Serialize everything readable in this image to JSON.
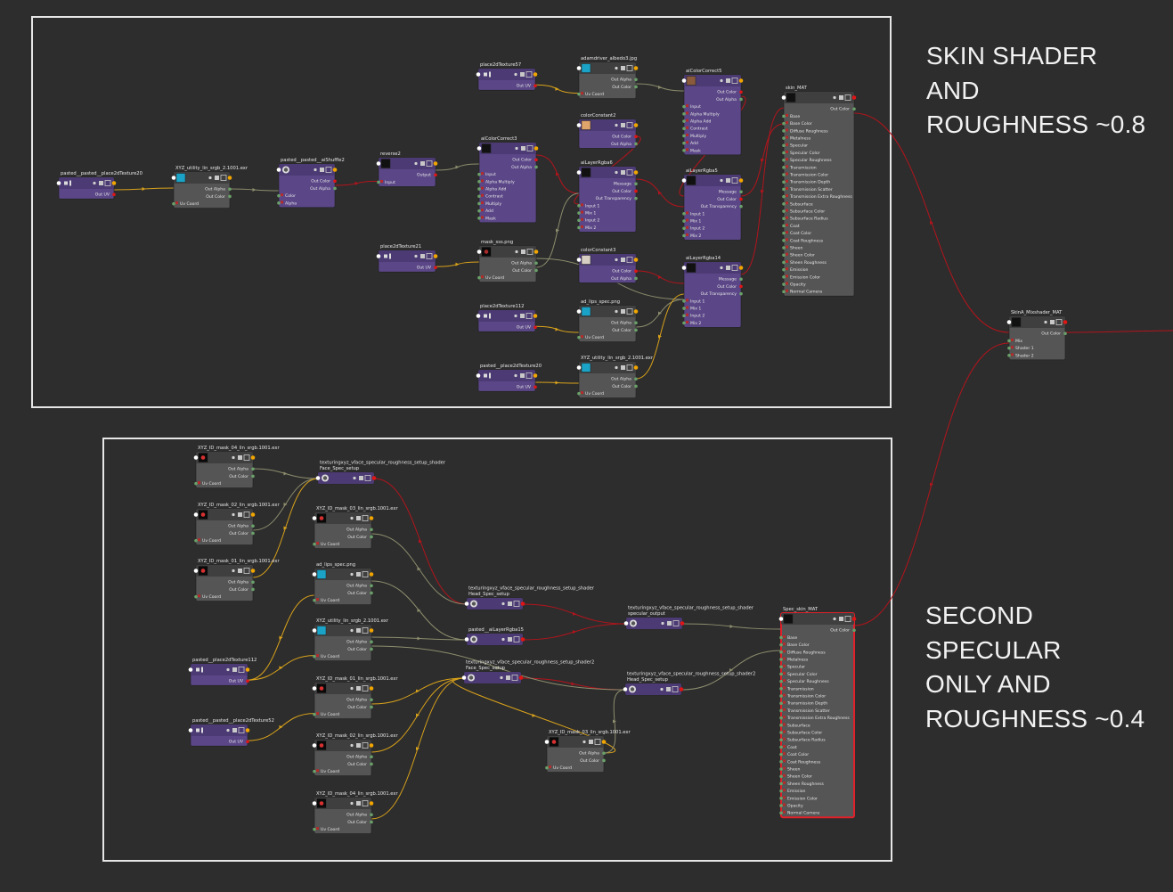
{
  "annotations": {
    "top": "SKIN SHADER\nAND\nROUGHNESS ~0.8",
    "bottom": "SECOND SPECULAR\nONLY AND\nROUGHNESS ~0.4"
  },
  "colors": {
    "background": "#2d2d2d",
    "frame": "#e6e6e6",
    "node_purple": "#5b4788",
    "node_purple_header": "#4b3a73",
    "node_gray": "#555555",
    "node_gray_header": "#3f3f3f",
    "wire_gray": "#8d8d6e",
    "wire_yellow": "#d9a21b",
    "wire_red": "#b3141c",
    "port_yellow": "#f0a500",
    "port_red": "#e01515",
    "port_green": "#6aa06a",
    "selected_outline": "#e0202a"
  },
  "nodes": [
    {
      "id": "p2d20a",
      "title": "pasted__pasted__place2dTexture20",
      "kind": "place2d",
      "color": "purple",
      "icon": "place2d-icon",
      "outputs": [
        "Out UV"
      ],
      "inputs": []
    },
    {
      "id": "xyzlin",
      "title": "XYZ_utility_lin_srgb_2.1001.exr",
      "kind": "file",
      "color": "gray",
      "icon": "file-texture-icon",
      "outputs": [
        "Out Alpha",
        "Out Color"
      ],
      "inputs": [
        "Uv Coord"
      ]
    },
    {
      "id": "shuffle",
      "title": "pasted__pasted__aiShuffle2",
      "kind": "shader",
      "color": "purple",
      "icon": "shuffle-icon",
      "outputs": [
        "Out Color",
        "Out Alpha"
      ],
      "inputs": [
        "Color",
        "Alpha"
      ]
    },
    {
      "id": "reverse",
      "title": "reverse2",
      "kind": "shader",
      "color": "purple",
      "icon": "reverse-icon",
      "outputs": [
        "Output"
      ],
      "inputs": [
        "Input"
      ]
    },
    {
      "id": "p2d57",
      "title": "place2dTexture57",
      "kind": "place2d",
      "color": "purple",
      "icon": "place2d-icon",
      "outputs": [
        "Out UV"
      ],
      "inputs": []
    },
    {
      "id": "adam",
      "title": "adamdriver_albedo3.jpg",
      "kind": "file",
      "color": "gray",
      "icon": "file-texture-icon",
      "outputs": [
        "Out Alpha",
        "Out Color"
      ],
      "inputs": [
        "Uv Coord"
      ]
    },
    {
      "id": "cc3",
      "title": "aiColorCorrect3",
      "kind": "shader",
      "color": "purple",
      "icon": "color-swatch-icon",
      "outputs": [
        "Out Color",
        "Out Alpha"
      ],
      "inputs": [
        "Input",
        "Alpha Multiply",
        "Alpha Add",
        "Contrast",
        "Multiply",
        "Add",
        "Mask"
      ]
    },
    {
      "id": "cc5",
      "title": "aiColorCorrect5",
      "kind": "shader",
      "color": "purple",
      "icon": "color-swatch-icon",
      "outputs": [
        "Out Color",
        "Out Alpha"
      ],
      "inputs": [
        "Input",
        "Alpha Multiply",
        "Alpha Add",
        "Contrast",
        "Multiply",
        "Add",
        "Mask"
      ]
    },
    {
      "id": "const2",
      "title": "colorConstant2",
      "kind": "shader",
      "color": "purple",
      "icon": "color-swatch-icon",
      "outputs": [
        "Out Color",
        "Out Alpha"
      ],
      "inputs": []
    },
    {
      "id": "lr6",
      "title": "aiLayerRgba6",
      "kind": "shader",
      "color": "purple",
      "icon": "layer-icon",
      "outputs": [
        "Message",
        "Out Color",
        "Out Transparency"
      ],
      "inputs": [
        "Input 1",
        "Mix 1",
        "Input 2",
        "Mix 2"
      ]
    },
    {
      "id": "lr5",
      "title": "aiLayerRgba5",
      "kind": "shader",
      "color": "purple",
      "icon": "layer-icon",
      "outputs": [
        "Message",
        "Out Color",
        "Out Transparency"
      ],
      "inputs": [
        "Input 1",
        "Mix 1",
        "Input 2",
        "Mix 2"
      ]
    },
    {
      "id": "p2d21",
      "title": "place2dTexture21",
      "kind": "place2d",
      "color": "purple",
      "icon": "place2d-icon",
      "outputs": [
        "Out UV"
      ],
      "inputs": []
    },
    {
      "id": "masksss",
      "title": "mask_sss.png",
      "kind": "file",
      "color": "gray",
      "icon": "file-texture-icon",
      "outputs": [
        "Out Alpha",
        "Out Color"
      ],
      "inputs": [
        "Uv Coord"
      ]
    },
    {
      "id": "const3",
      "title": "colorConstant3",
      "kind": "shader",
      "color": "purple",
      "icon": "color-swatch-icon",
      "outputs": [
        "Out Color",
        "Out Alpha"
      ],
      "inputs": []
    },
    {
      "id": "lr14",
      "title": "aiLayerRgba14",
      "kind": "shader",
      "color": "purple",
      "icon": "layer-icon",
      "outputs": [
        "Message",
        "Out Color",
        "Out Transparency"
      ],
      "inputs": [
        "Input 1",
        "Mix 1",
        "Input 2",
        "Mix 2"
      ]
    },
    {
      "id": "p2d112",
      "title": "place2dTexture112",
      "kind": "place2d",
      "color": "purple",
      "icon": "place2d-icon",
      "outputs": [
        "Out UV"
      ],
      "inputs": []
    },
    {
      "id": "adlips",
      "title": "ad_lips_spec.png",
      "kind": "file",
      "color": "gray",
      "icon": "file-texture-icon",
      "outputs": [
        "Out Alpha",
        "Out Color"
      ],
      "inputs": [
        "Uv Coord"
      ]
    },
    {
      "id": "p2d20b",
      "title": "pasted__place2dTexture20",
      "kind": "place2d",
      "color": "purple",
      "icon": "place2d-icon",
      "outputs": [
        "Out UV"
      ],
      "inputs": []
    },
    {
      "id": "xyzlin2",
      "title": "XYZ_utility_lin_srgb_2.1001.exr",
      "kind": "file",
      "color": "gray",
      "icon": "file-texture-icon",
      "outputs": [
        "Out Alpha",
        "Out Color"
      ],
      "inputs": [
        "Uv Coord"
      ]
    },
    {
      "id": "skinmat",
      "title": "skin_MAT",
      "kind": "material",
      "color": "gray",
      "icon": "material-swatch-icon",
      "outputs": [
        "Out Color"
      ],
      "inputs": [
        "Base",
        "Base Color",
        "Diffuse Roughness",
        "Metalness",
        "Specular",
        "Specular Color",
        "Specular Roughness",
        "Transmission",
        "Transmission Color",
        "Transmission Depth",
        "Transmission Scatter",
        "Transmission Extra Roughness",
        "Subsurface",
        "Subsurface Color",
        "Subsurface Radius",
        "Coat",
        "Coat Color",
        "Coat Roughness",
        "Sheen",
        "Sheen Color",
        "Sheen Roughness",
        "Emission",
        "Emission Color",
        "Opacity",
        "Normal Camera"
      ]
    },
    {
      "id": "mix",
      "title": "SkinA_Mixshader_MAT",
      "kind": "material",
      "color": "gray",
      "icon": "material-swatch-icon",
      "outputs": [
        "Out Color"
      ],
      "inputs": [
        "Mix",
        "Shader 1",
        "Shader 2"
      ]
    },
    {
      "id": "m04a",
      "title": "XYZ_ID_mask_04_lin_srgb.1001.exr",
      "kind": "file",
      "color": "gray",
      "icon": "file-texture-icon",
      "outputs": [
        "Out Alpha",
        "Out Color"
      ],
      "inputs": [
        "Uv Coord"
      ]
    },
    {
      "id": "face1",
      "title": "texturingxyz_vface_specular_roughness_setup_shader\nFace_Spec_setup",
      "kind": "group",
      "color": "purple",
      "icon": "compound-icon",
      "outputs": [],
      "inputs": []
    },
    {
      "id": "m02a",
      "title": "XYZ_ID_mask_02_lin_srgb.1001.exr",
      "kind": "file",
      "color": "gray",
      "icon": "file-texture-icon",
      "outputs": [
        "Out Alpha",
        "Out Color"
      ],
      "inputs": [
        "Uv Coord"
      ]
    },
    {
      "id": "m03a",
      "title": "XYZ_ID_mask_03_lin_srgb.1001.exr",
      "kind": "file",
      "color": "gray",
      "icon": "file-texture-icon",
      "outputs": [
        "Out Alpha",
        "Out Color"
      ],
      "inputs": [
        "Uv Coord"
      ]
    },
    {
      "id": "m01a",
      "title": "XYZ_ID_mask_01_lin_srgb.1001.exr",
      "kind": "file",
      "color": "gray",
      "icon": "file-texture-icon",
      "outputs": [
        "Out Alpha",
        "Out Color"
      ],
      "inputs": [
        "Uv Coord"
      ]
    },
    {
      "id": "adlips2",
      "title": "ad_lips_spec.png",
      "kind": "file",
      "color": "gray",
      "icon": "file-texture-icon",
      "outputs": [
        "Out Alpha",
        "Out Color"
      ],
      "inputs": [
        "Uv Coord"
      ]
    },
    {
      "id": "head1",
      "title": "texturingxyz_vface_specular_roughness_setup_shader\nHead_Spec_setup",
      "kind": "group",
      "color": "purple",
      "icon": "compound-icon",
      "outputs": [],
      "inputs": []
    },
    {
      "id": "play15",
      "title": "pasted__aiLayerRgba15",
      "kind": "group",
      "color": "purple",
      "icon": "layer-icon",
      "outputs": [],
      "inputs": []
    },
    {
      "id": "specout",
      "title": "texturingxyz_vface_specular_roughness_setup_shader\nspecular_output",
      "kind": "group",
      "color": "purple",
      "icon": "compound-icon",
      "outputs": [],
      "inputs": []
    },
    {
      "id": "p2d112b",
      "title": "pasted__place2dTexture112",
      "kind": "place2d",
      "color": "purple",
      "icon": "place2d-icon",
      "outputs": [
        "Out UV"
      ],
      "inputs": []
    },
    {
      "id": "xyzlin3",
      "title": "XYZ_utility_lin_srgb_2.1001.exr",
      "kind": "file",
      "color": "gray",
      "icon": "file-texture-icon",
      "outputs": [
        "Out Alpha",
        "Out Color"
      ],
      "inputs": [
        "Uv Coord"
      ]
    },
    {
      "id": "face2",
      "title": "texturingxyz_vface_specular_roughness_setup_shader2\nFace_Spec_setup",
      "kind": "group",
      "color": "purple",
      "icon": "compound-icon",
      "outputs": [],
      "inputs": []
    },
    {
      "id": "head2",
      "title": "texturingxyz_vface_specular_roughness_setup_shader2\nHead_Spec_setup",
      "kind": "group",
      "color": "purple",
      "icon": "compound-icon",
      "outputs": [],
      "inputs": []
    },
    {
      "id": "p2d52",
      "title": "pasted__pasted__place2dTexture52",
      "kind": "place2d",
      "color": "purple",
      "icon": "place2d-icon",
      "outputs": [
        "Out UV"
      ],
      "inputs": []
    },
    {
      "id": "m01b",
      "title": "XYZ_ID_mask_01_lin_srgb.1001.exr",
      "kind": "file",
      "color": "gray",
      "icon": "file-texture-icon",
      "outputs": [
        "Out Alpha",
        "Out Color"
      ],
      "inputs": [
        "Uv Coord"
      ]
    },
    {
      "id": "m02b",
      "title": "XYZ_ID_mask_02_lin_srgb.1001.exr",
      "kind": "file",
      "color": "gray",
      "icon": "file-texture-icon",
      "outputs": [
        "Out Alpha",
        "Out Color"
      ],
      "inputs": [
        "Uv Coord"
      ]
    },
    {
      "id": "m03b",
      "title": "XYZ_ID_mask_03_lin_srgb.1001.exr",
      "kind": "file",
      "color": "gray",
      "icon": "file-texture-icon",
      "outputs": [
        "Out Alpha",
        "Out Color"
      ],
      "inputs": [
        "Uv Coord"
      ]
    },
    {
      "id": "m04b",
      "title": "XYZ_ID_mask_04_lin_srgb.1001.exr",
      "kind": "file",
      "color": "gray",
      "icon": "file-texture-icon",
      "outputs": [
        "Out Alpha",
        "Out Color"
      ],
      "inputs": [
        "Uv Coord"
      ]
    },
    {
      "id": "specmat",
      "title": "Spec_skin_MAT",
      "kind": "material",
      "color": "gray",
      "selected": true,
      "icon": "material-swatch-icon",
      "outputs": [
        "Out Color"
      ],
      "inputs": [
        "Base",
        "Base Color",
        "Diffuse Roughness",
        "Metalness",
        "Specular",
        "Specular Color",
        "Specular Roughness",
        "Transmission",
        "Transmission Color",
        "Transmission Depth",
        "Transmission Scatter",
        "Transmission Extra Roughness",
        "Subsurface",
        "Subsurface Color",
        "Subsurface Radius",
        "Coat",
        "Coat Color",
        "Coat Roughness",
        "Sheen",
        "Sheen Color",
        "Sheen Roughness",
        "Emission",
        "Emission Color",
        "Opacity",
        "Normal Camera"
      ]
    }
  ],
  "connections": [
    {
      "from": "p2d20a",
      "to": "xyzlin",
      "color": "yellow"
    },
    {
      "from": "xyzlin",
      "to": "shuffle",
      "color": "gray"
    },
    {
      "from": "shuffle",
      "to": "reverse",
      "color": "red"
    },
    {
      "from": "reverse",
      "to": "cc3",
      "color": "gray"
    },
    {
      "from": "p2d57",
      "to": "adam",
      "color": "yellow"
    },
    {
      "from": "adam",
      "to": "cc5",
      "color": "gray"
    },
    {
      "from": "cc3",
      "to": "lr6",
      "color": "red"
    },
    {
      "from": "const2",
      "to": "lr6",
      "color": "red"
    },
    {
      "from": "cc5",
      "to": "lr5",
      "color": "red"
    },
    {
      "from": "lr6",
      "to": "lr5",
      "color": "red"
    },
    {
      "from": "p2d21",
      "to": "masksss",
      "color": "yellow"
    },
    {
      "from": "masksss",
      "to": "lr6",
      "color": "gray"
    },
    {
      "from": "masksss",
      "to": "lr14",
      "color": "gray"
    },
    {
      "from": "const3",
      "to": "lr14",
      "color": "red"
    },
    {
      "from": "lr5",
      "to": "skinmat",
      "color": "red"
    },
    {
      "from": "lr14",
      "to": "skinmat",
      "color": "red"
    },
    {
      "from": "p2d112",
      "to": "adlips",
      "color": "yellow"
    },
    {
      "from": "adlips",
      "to": "lr14",
      "color": "gray"
    },
    {
      "from": "p2d20b",
      "to": "xyzlin2",
      "color": "yellow"
    },
    {
      "from": "xyzlin2",
      "to": "lr14",
      "color": "yellow"
    },
    {
      "from": "skinmat",
      "to": "mix",
      "color": "red"
    },
    {
      "from": "specmat",
      "to": "mix",
      "color": "red"
    },
    {
      "from": "m04a",
      "to": "face1",
      "color": "gray"
    },
    {
      "from": "m02a",
      "to": "face1",
      "color": "gray"
    },
    {
      "from": "m01a",
      "to": "face1",
      "color": "yellow"
    },
    {
      "from": "face1",
      "to": "head1",
      "color": "red"
    },
    {
      "from": "m03a",
      "to": "head1",
      "color": "gray"
    },
    {
      "from": "adlips2",
      "to": "play15",
      "color": "gray"
    },
    {
      "from": "head1",
      "to": "specout",
      "color": "red"
    },
    {
      "from": "play15",
      "to": "specout",
      "color": "red"
    },
    {
      "from": "specout",
      "to": "specmat",
      "color": "gray"
    },
    {
      "from": "p2d112b",
      "to": "adlips2",
      "color": "yellow"
    },
    {
      "from": "p2d112b",
      "to": "xyzlin3",
      "color": "yellow"
    },
    {
      "from": "xyzlin3",
      "to": "play15",
      "color": "gray"
    },
    {
      "from": "p2d52",
      "to": "m01b",
      "color": "yellow"
    },
    {
      "from": "m01b",
      "to": "face2",
      "color": "yellow"
    },
    {
      "from": "m02b",
      "to": "face2",
      "color": "yellow"
    },
    {
      "from": "m03b",
      "to": "face2",
      "color": "yellow"
    },
    {
      "from": "m04b",
      "to": "face2",
      "color": "yellow"
    },
    {
      "from": "face2",
      "to": "head2",
      "color": "red"
    },
    {
      "from": "m03b",
      "to": "head2",
      "color": "gray"
    },
    {
      "from": "xyzlin3",
      "to": "head2",
      "color": "gray"
    },
    {
      "from": "head2",
      "to": "specmat",
      "color": "gray"
    }
  ]
}
